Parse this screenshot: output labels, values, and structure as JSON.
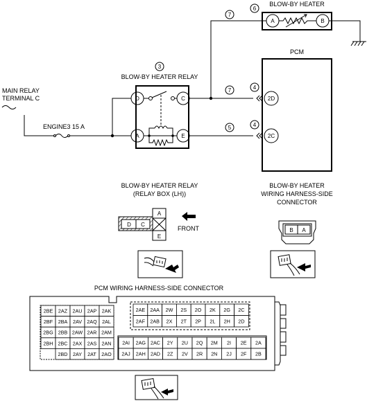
{
  "labels": {
    "blowby_heater": "BLOW-BY HEATER",
    "pcm": "PCM",
    "relay": "BLOW-BY HEATER RELAY",
    "main_relay_line1": "MAIN RELAY",
    "main_relay_line2": "TERMINAL C",
    "fuse": "ENGINE3 15 A",
    "relay_box_title_line1": "BLOW-BY HEATER RELAY",
    "relay_box_title_line2": "(RELAY BOX (LH))",
    "heater_conn_title_line1": "BLOW-BY HEATER",
    "heater_conn_title_line2": "WIRING HARNESS-SIDE",
    "heater_conn_title_line3": "CONNECTOR",
    "front": "FRONT",
    "pcm_conn_title": "PCM WIRING HARNESS-SIDE CONNECTOR"
  },
  "circles": {
    "c3": "3",
    "c4a": "4",
    "c4b": "4",
    "c5": "5",
    "c6": "6",
    "c7a": "7",
    "c7b": "7"
  },
  "pins": {
    "relay_D": "D",
    "relay_C": "C",
    "relay_A": "A",
    "relay_E": "E",
    "heater_A": "A",
    "heater_B": "B",
    "pcm_2D": "2D",
    "pcm_2C": "2C"
  },
  "relay_connector": {
    "top": "A",
    "bottom": "E",
    "left": [
      "D",
      "C"
    ]
  },
  "heater_connector": [
    "B",
    "A"
  ],
  "pcm_connector": {
    "left_rows": [
      [
        "2BE",
        "2AZ",
        "2AU",
        "2AP",
        "2AK"
      ],
      [
        "2BF",
        "2BA",
        "2AV",
        "2AQ",
        "2AL"
      ],
      [
        "2BG",
        "2BB",
        "2AW",
        "2AR",
        "2AM"
      ],
      [
        "2BH",
        "2BC",
        "2AX",
        "2AS",
        "2AN"
      ],
      [
        "2BD",
        "2AY",
        "2AT",
        "2AO"
      ]
    ],
    "right_top_rows": [
      [
        "2AE",
        "2AA",
        "2W",
        "2S",
        "2O",
        "2K",
        "2G",
        "2C"
      ],
      [
        "2AF",
        "2AB",
        "2X",
        "2T",
        "2P",
        "2L",
        "2H",
        "2D"
      ]
    ],
    "right_bottom_rows": [
      [
        "2AI",
        "2AG",
        "2AC",
        "2Y",
        "2U",
        "2Q",
        "2M",
        "2I",
        "2E",
        "2A"
      ],
      [
        "2AJ",
        "2AH",
        "2AD",
        "2Z",
        "2V",
        "2R",
        "2N",
        "2J",
        "2F",
        "2B"
      ]
    ]
  }
}
